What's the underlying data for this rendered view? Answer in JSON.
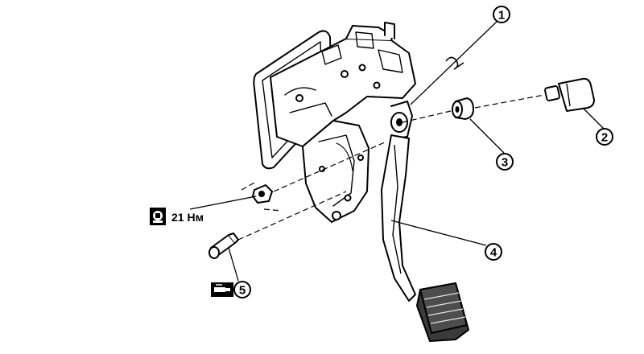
{
  "callouts": [
    {
      "number": "1"
    },
    {
      "number": "2"
    },
    {
      "number": "3"
    },
    {
      "number": "4"
    },
    {
      "number": "5"
    }
  ],
  "torque": {
    "value": "21 Нм",
    "icon": "torque-wrench-icon"
  },
  "lubricant": {
    "icon": "grease-lubricant-icon"
  }
}
